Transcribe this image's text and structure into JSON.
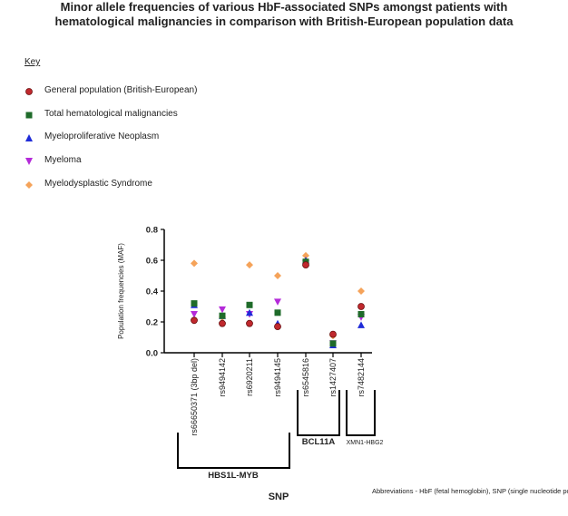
{
  "title": "Minor allele frequencies of various HbF-associated SNPs amongst patients with\nhematological malignancies in comparison with British-European population data",
  "key": {
    "heading": "Key",
    "items": [
      {
        "label": "General population (British-European)",
        "marker": "circle",
        "color": "#c0282d"
      },
      {
        "label": "Total hematological malignancies",
        "marker": "square",
        "color": "#1f6b2a"
      },
      {
        "label": "Myeloproliferative Neoplasm",
        "marker": "triangle-up",
        "color": "#1f2bd8"
      },
      {
        "label": "Myeloma",
        "marker": "triangle-down",
        "color": "#b42ad9"
      },
      {
        "label": "Myelodysplastic Syndrome",
        "marker": "diamond",
        "color": "#f5a35a"
      }
    ]
  },
  "chart_data": {
    "type": "scatter",
    "categories": [
      "rs66650371 (3bp del)",
      "rs9494142",
      "rs6920211",
      "rs9494145",
      "rs6545816",
      "rs1427407",
      "rs7482144"
    ],
    "ylabel": "Population frequencies (MAF)",
    "xlabel": "SNP",
    "ylim": [
      0,
      0.8
    ],
    "yticks": [
      "0.0",
      "0.2",
      "0.4",
      "0.6",
      "0.8"
    ],
    "groups": [
      {
        "label": "HBS1L-MYB",
        "from": 0,
        "to": 3
      },
      {
        "label": "BCL11A",
        "from": 4,
        "to": 5
      },
      {
        "label": "XMN1-HBG2",
        "from": 6,
        "to": 6
      }
    ],
    "series": [
      {
        "name": "General population (British-European)",
        "values": [
          0.21,
          0.19,
          0.19,
          0.17,
          0.57,
          0.12,
          0.3
        ]
      },
      {
        "name": "Total hematological malignancies",
        "values": [
          0.32,
          0.24,
          0.31,
          0.26,
          0.59,
          0.06,
          0.25
        ]
      },
      {
        "name": "Myeloproliferative Neoplasm",
        "values": [
          0.31,
          0.24,
          0.26,
          0.19,
          0.6,
          0.05,
          0.18
        ]
      },
      {
        "name": "Myeloma",
        "values": [
          0.25,
          0.28,
          0.25,
          0.33,
          0.58,
          0.06,
          0.23
        ]
      },
      {
        "name": "Myelodysplastic Syndrome",
        "values": [
          0.58,
          0.23,
          0.57,
          0.5,
          0.63,
          0.11,
          0.4
        ]
      }
    ]
  },
  "abbreviations": "Abbreviations - HbF (fetal hemoglobin), SNP (single nucleotide polymorphism), MAF (minor allele frequency)"
}
